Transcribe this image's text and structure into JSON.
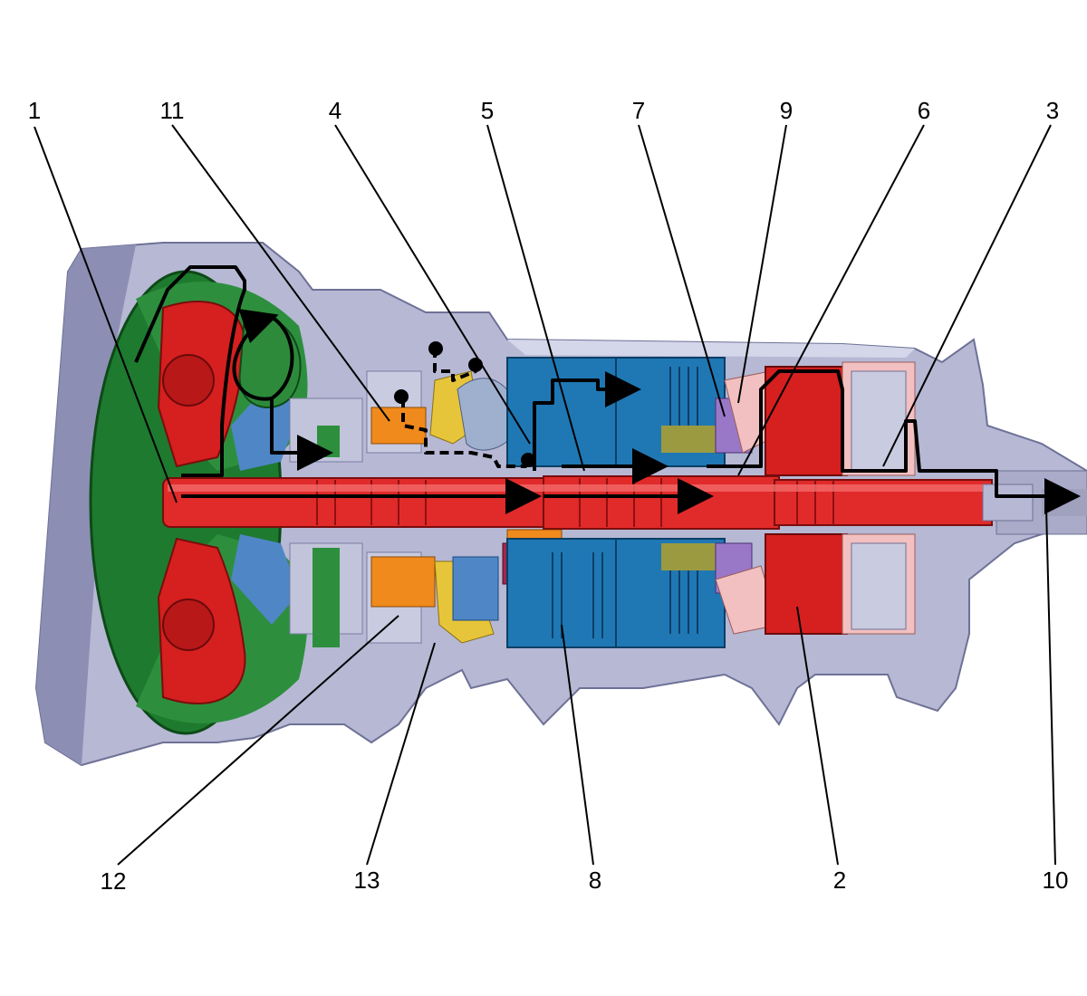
{
  "callouts": [
    {
      "id": "c1",
      "label": "1"
    },
    {
      "id": "c11",
      "label": "11"
    },
    {
      "id": "c4",
      "label": "4"
    },
    {
      "id": "c5",
      "label": "5"
    },
    {
      "id": "c7",
      "label": "7"
    },
    {
      "id": "c9",
      "label": "9"
    },
    {
      "id": "c6",
      "label": "6"
    },
    {
      "id": "c3",
      "label": "3"
    },
    {
      "id": "c12",
      "label": "12"
    },
    {
      "id": "c13",
      "label": "13"
    },
    {
      "id": "c8",
      "label": "8"
    },
    {
      "id": "c2",
      "label": "2"
    },
    {
      "id": "c10",
      "label": "10"
    }
  ],
  "colors": {
    "housing": "#b6b8d4",
    "housing_dark": "#8c8fb3",
    "housing_light": "#d4d6ea",
    "torque_converter": "#1e7a2e",
    "turbine": "#d61f1f",
    "main_shaft": "#e12a2a",
    "clutch_pack": "#1f78b4",
    "planetary_orange": "#f08a1c",
    "carrier_yellow": "#e7c53a",
    "purple_ring": "#9a78c8",
    "magenta_sun": "#a0284e",
    "pink_gear": "#f2c0c0",
    "olive_plate": "#9c9a40",
    "power_flow": "#000000",
    "leader_line": "#000000"
  }
}
